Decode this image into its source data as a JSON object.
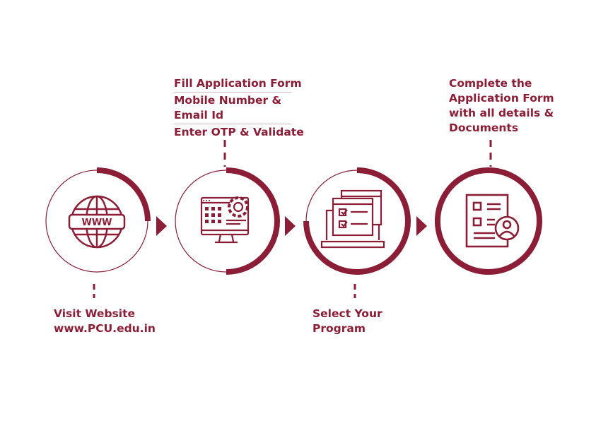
{
  "colors": {
    "accent": "#8b1e36",
    "separator": "#d9b5bd"
  },
  "steps": [
    {
      "lines": [
        "Visit Website",
        "www.PCU.edu.in"
      ],
      "icon": "globe-www-icon",
      "progress": 0.25
    },
    {
      "lines": [
        "Fill Application Form",
        "Mobile Number &",
        "Email Id",
        "Enter OTP & Validate"
      ],
      "icon": "computer-settings-icon",
      "progress": 0.5
    },
    {
      "lines": [
        "Select Your",
        "Program"
      ],
      "icon": "laptop-checklist-icon",
      "progress": 0.75
    },
    {
      "lines": [
        "Complete the",
        "Application Form",
        "with all details &",
        "Documents"
      ],
      "icon": "form-user-icon",
      "progress": 1.0
    }
  ],
  "globe_label": "WWW"
}
